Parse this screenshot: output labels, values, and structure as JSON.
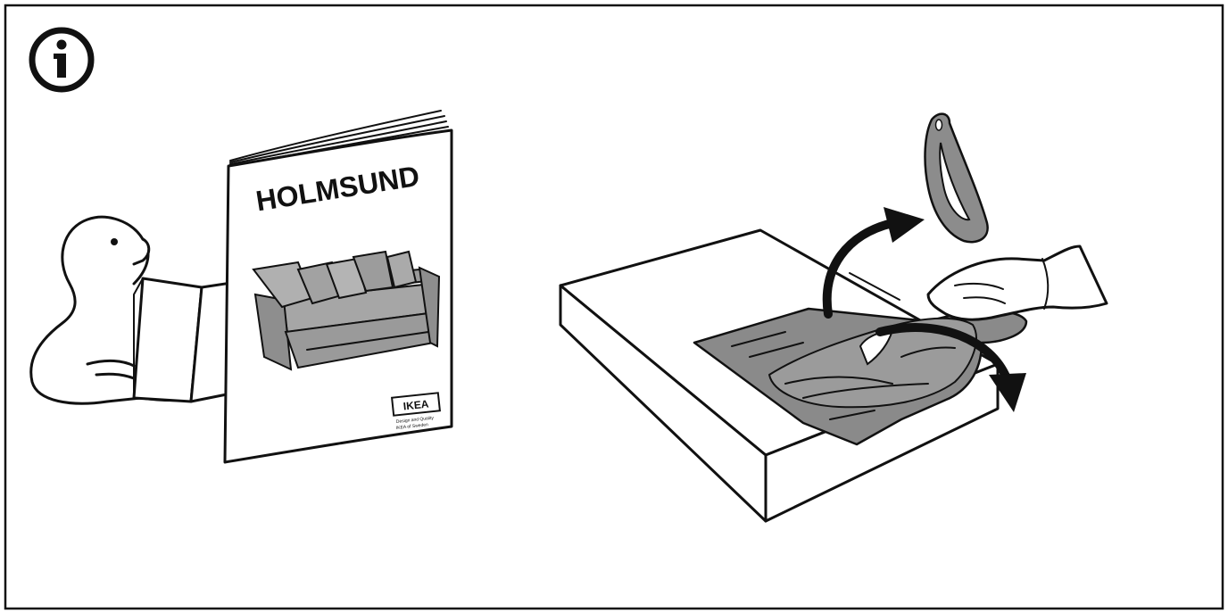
{
  "booklet": {
    "title": "HOLMSUND",
    "brand": "IKEA",
    "fine_print": [
      "Design and Quality",
      "IKEA of Sweden"
    ]
  },
  "icons": {
    "info": "info-circle-icon"
  },
  "colors": {
    "ink": "#111111",
    "fabric_gray": "#8a8a8a",
    "sofa_gray": "#9a9a9a",
    "strap_gray": "#8c8c8c",
    "background": "#ffffff"
  }
}
